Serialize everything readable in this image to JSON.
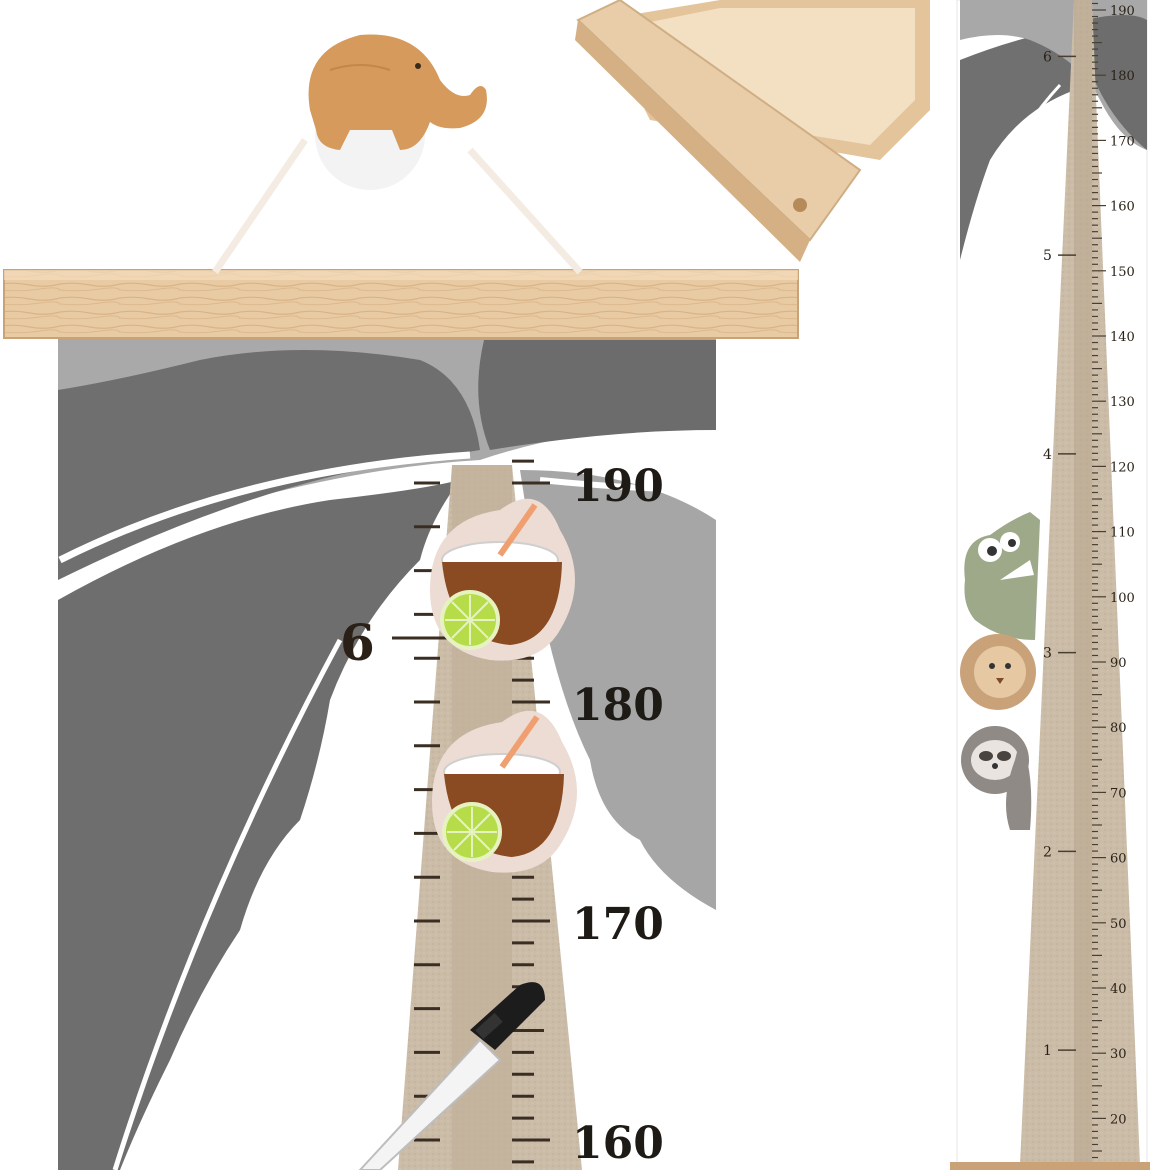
{
  "product": "wooden hanging height chart with palm tree, peeking animals, wooden elephant hook, pine storage box and marker",
  "closeup": {
    "cm_labels": [
      "190",
      "180",
      "170",
      "160"
    ],
    "ft_labels": [
      "6"
    ]
  },
  "full_chart": {
    "cm_labels": [
      "190",
      "180",
      "170",
      "160",
      "150",
      "140",
      "130",
      "120",
      "110",
      "100",
      "90",
      "80",
      "70",
      "60",
      "50",
      "40",
      "30",
      "20"
    ],
    "ft_labels": [
      "6",
      "5",
      "4",
      "3",
      "2",
      "1"
    ]
  },
  "colors": {
    "wood": "#e8c9a0",
    "leaf_dark": "#6f6f6f",
    "leaf_light": "#aaaaaa",
    "trunk": "#c7b8a4",
    "coconut": "#8a4a22",
    "lime": "#b6dc4a"
  },
  "icons": [
    "elephant-hook-icon",
    "coconut-drink-icon",
    "marker-pen-icon",
    "crocodile-icon",
    "lion-icon",
    "sloth-icon",
    "wooden-box-icon"
  ]
}
